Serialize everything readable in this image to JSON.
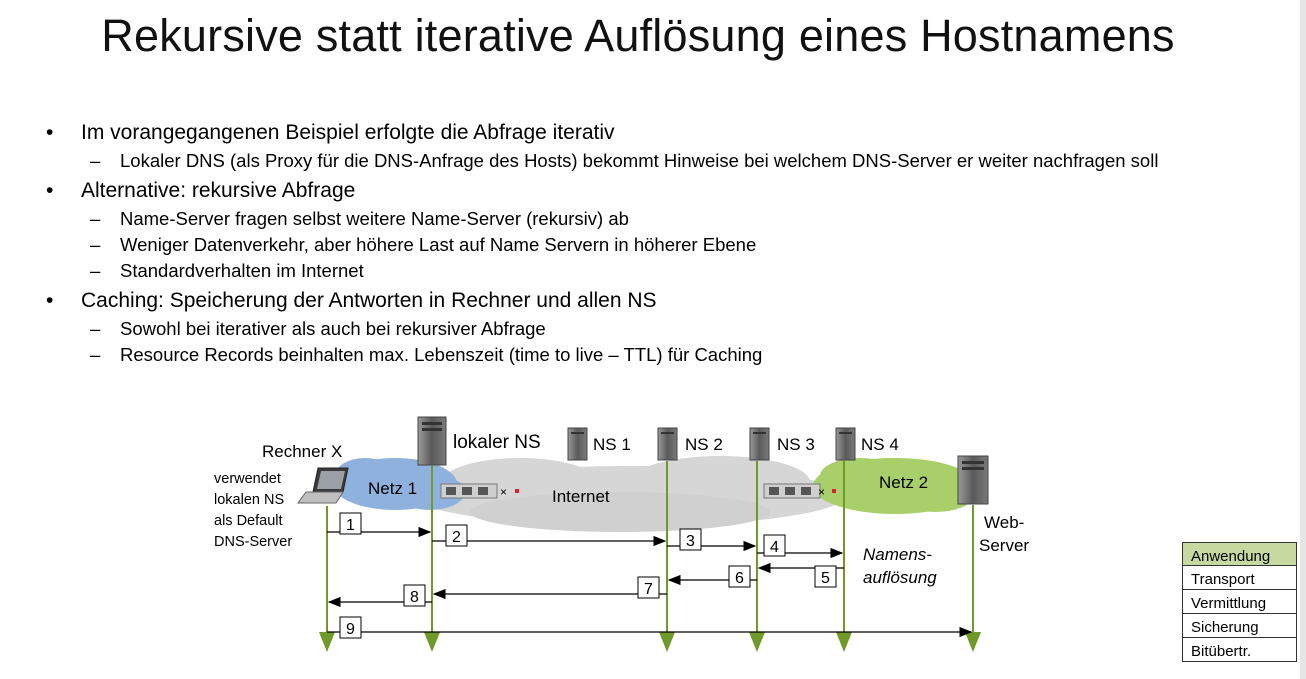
{
  "slide": {
    "title": "Rekursive statt iterative Auflösung eines Hostnamens",
    "bullets": [
      {
        "text": "Im vorangegangenen Beispiel erfolgte die Abfrage iterativ",
        "sub": [
          "Lokaler DNS (als Proxy für die DNS-Anfrage des Hosts) bekommt Hinweise bei welchem DNS-Server er weiter nachfragen soll"
        ]
      },
      {
        "text": "Alternative: rekursive Abfrage",
        "sub": [
          "Name-Server fragen selbst weitere Name-Server (rekursiv) ab",
          "Weniger Datenverkehr, aber höhere Last auf Name Servern in höherer Ebene",
          "Standardverhalten im Internet"
        ]
      },
      {
        "text": "Caching: Speicherung der Antworten in Rechner und allen NS",
        "sub": [
          "Sowohl bei iterativer als auch bei rekursiver Abfrage",
          "Resource Records beinhalten max. Lebenszeit (time to live – TTL) für Caching"
        ]
      }
    ],
    "bullet_marker": "•",
    "sub_marker": "–"
  },
  "diagram": {
    "host_label": "Rechner X",
    "host_note": [
      "verwendet",
      "lokalen NS",
      "als Default",
      "DNS-Server"
    ],
    "local_ns_label": "lokaler NS",
    "ns_labels": [
      "NS 1",
      "NS 2",
      "NS 3",
      "NS 4"
    ],
    "net1_label": "Netz 1",
    "internet_label": "Internet",
    "net2_label": "Netz 2",
    "webserver_label": [
      "Web-",
      "Server"
    ],
    "resolution_label": [
      "Namens-",
      "auflösung"
    ],
    "steps": [
      "1",
      "2",
      "3",
      "4",
      "5",
      "6",
      "7",
      "8",
      "9"
    ],
    "colors": {
      "net1": "#8fb1dd",
      "internet": "#d6d6d6",
      "net2": "#a8cf6a",
      "lifeline": "#6f9a28"
    }
  },
  "layers": {
    "items": [
      "Anwendung",
      "Transport",
      "Vermittlung",
      "Sicherung",
      "Bitübertr."
    ],
    "active_index": 0,
    "active_color": "#c6d9a0"
  }
}
